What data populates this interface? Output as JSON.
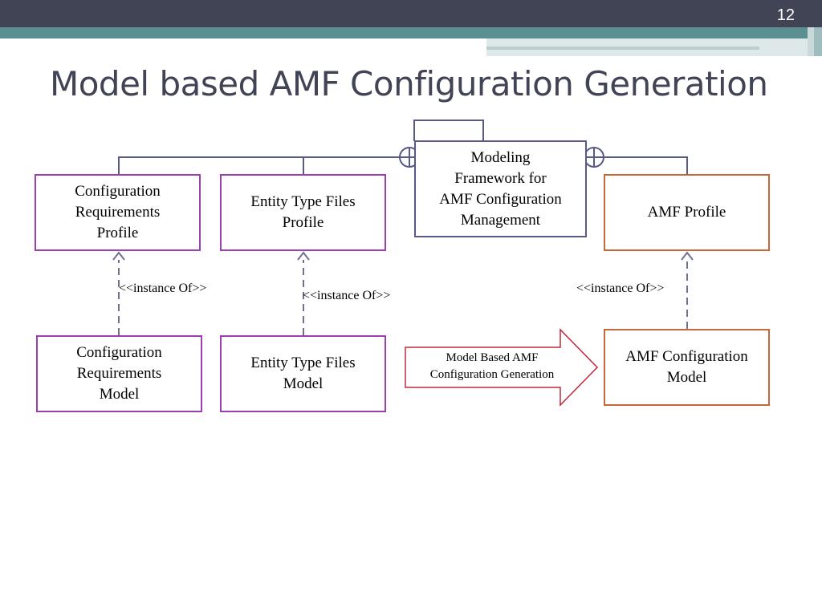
{
  "slide": {
    "number": "12",
    "title": "Model based AMF Configuration Generation"
  },
  "diagram": {
    "framework": {
      "label": "Modeling\nFramework for\nAMF Configuration\nManagement"
    },
    "profiles": [
      {
        "label": "Configuration\nRequirements\nProfile"
      },
      {
        "label": "Entity Type Files\nProfile"
      },
      {
        "label": "AMF Profile"
      }
    ],
    "models": [
      {
        "label": "Configuration\nRequirements\nModel"
      },
      {
        "label": "Entity Type Files\nModel"
      },
      {
        "label": "AMF Configuration\nModel"
      }
    ],
    "instance_labels": [
      "<<instance Of>>",
      "<<instance Of>>",
      "<<instance Of>>"
    ],
    "generation_arrow": {
      "label": "Model Based AMF\nConfiguration Generation"
    },
    "colors": {
      "framework_border": "#565a86",
      "profile_model_border": "#9a3fb0",
      "amf_border": "#c6683a",
      "arrow_border": "#c0283a",
      "connector": "#565a86",
      "dashed_arrow": "#6e7290"
    }
  }
}
